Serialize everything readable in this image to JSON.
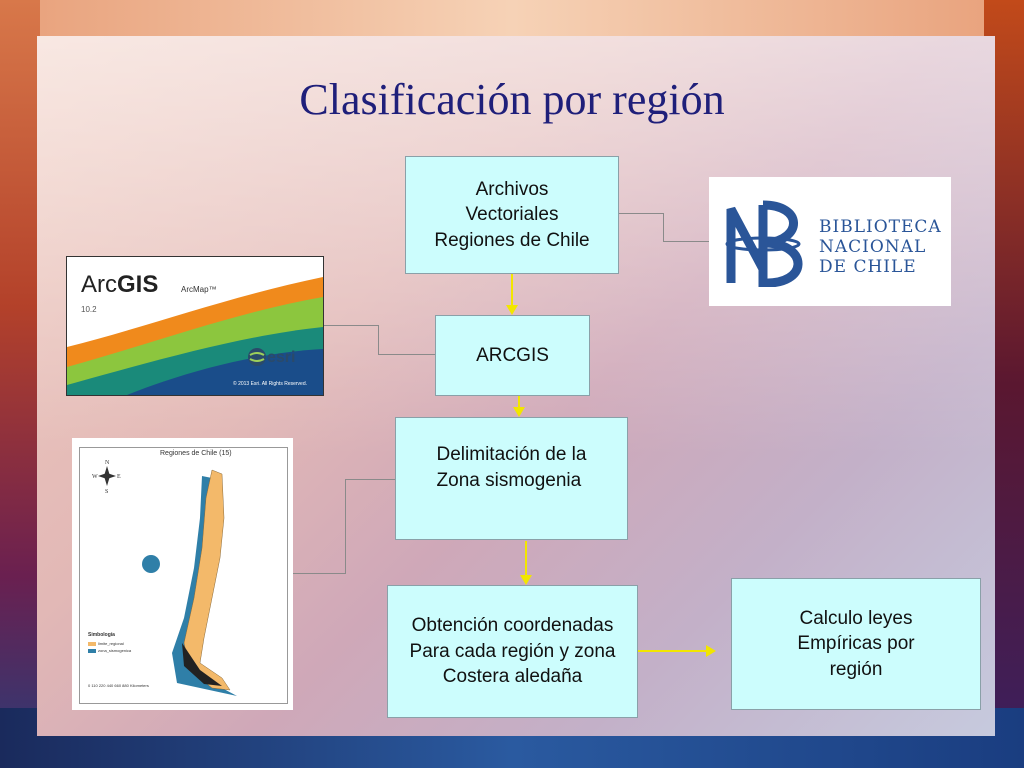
{
  "slide": {
    "title": "Clasificación por región"
  },
  "boxes": {
    "archivos": "Archivos\nVectoriales\nRegiones de Chile",
    "arcgis": "ARCGIS",
    "delimitacion": "Delimitación de la\nZona sismogenia",
    "obtencion": "Obtención coordenadas\nPara cada región y zona\nCostera aledaña",
    "calculo": "Calculo leyes\nEmpíricas por\nregión"
  },
  "images": {
    "arcgis_logo": {
      "name_light": "Arc",
      "name_bold": "GIS",
      "product": "ArcMap™",
      "version": "10.2",
      "vendor": "esri",
      "copyright": "© 2013 Esri. All Rights Reserved."
    },
    "biblioteca_logo": {
      "line1": "BIBLIOTECA",
      "line2": "NACIONAL",
      "line3": "DE CHILE"
    },
    "map": {
      "title": "Regiones de Chile (15)",
      "legend_title": "Simbología",
      "legend_items": [
        "limite_regional",
        "zona_sismogenica"
      ],
      "scale": "0   110 220   440   660   880 Kilometers"
    }
  },
  "colors": {
    "box_fill": "#ccfdfd",
    "title": "#1f1f7a",
    "arrow": "#f2e600",
    "connector": "#8a8a8a",
    "map_land": "#f3b96a",
    "map_zone": "#2f7fa8"
  }
}
